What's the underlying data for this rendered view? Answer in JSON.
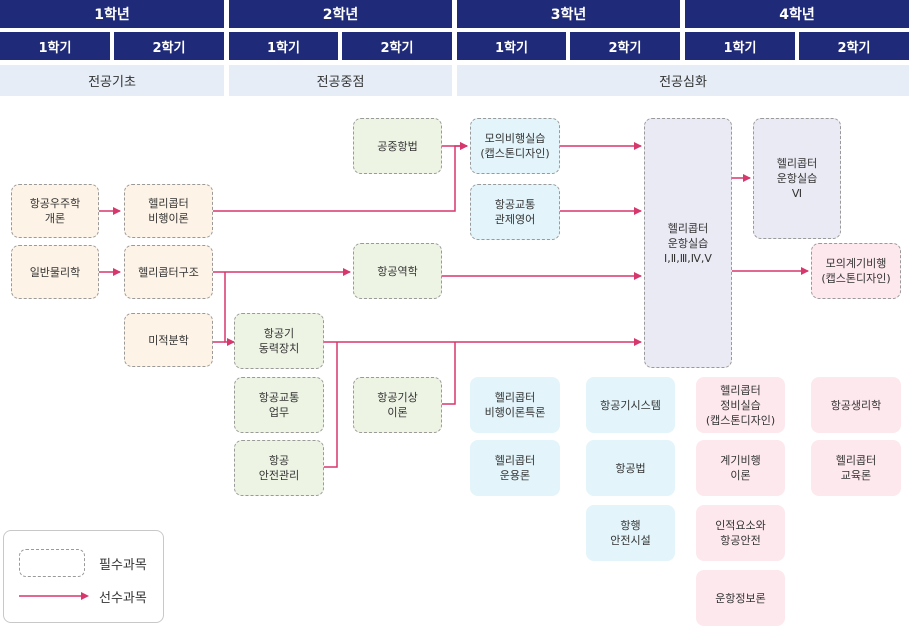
{
  "header": {
    "years": [
      "1학년",
      "2학년",
      "3학년",
      "4학년"
    ],
    "semesters": [
      "1학기",
      "2학기",
      "1학기",
      "2학기",
      "1학기",
      "2학기",
      "1학기",
      "2학기"
    ],
    "stages": [
      "전공기초",
      "전공중점",
      "전공심화"
    ]
  },
  "colors": {
    "header_navy": "#1f2a78",
    "stage_bg": "#e6edf6",
    "arrow": "#d6376d",
    "peach": "#fdf3e7",
    "green": "#eef4e4",
    "cyan": "#e3f5fa",
    "lavender": "#eaeaf4",
    "pink": "#fde8ee"
  },
  "courses": {
    "intro_aerospace": "항공우주학\n개론",
    "general_physics": "일반물리학",
    "heli_flight_theory": "헬리콥터\n비행이론",
    "heli_structure": "헬리콥터구조",
    "calculus": "미적분학",
    "aero_navigation": "공중항법",
    "aerodynamics": "항공역학",
    "aircraft_power": "항공기\n동력장치",
    "aviation_traffic_ops": "항공교통\n업무",
    "aviation_safety": "항공\n안전관리",
    "aviation_meteorology": "항공기상\n이론",
    "sim_flight_capstone": "모의비행실습\n(캡스톤디자인)",
    "atc_english": "항공교통\n관제영어",
    "heli_flight_special": "헬리콥터\n비행이론특론",
    "heli_operations": "헬리콥터\n운용론",
    "aircraft_systems": "항공기시스템",
    "aviation_law": "항공법",
    "nav_safety_facilities": "항행\n안전시설",
    "heli_flight_practice": "헬리콥터\n운항실습\nⅠ,Ⅱ,Ⅲ,Ⅳ,Ⅴ",
    "heli_maintenance_capstone": "헬리콥터\n정비실습\n(캡스톤디자인)",
    "instrument_flight": "계기비행\n이론",
    "human_factors": "인적요소와\n항공안전",
    "flight_info": "운항정보론",
    "heli_flight_practice_6": "헬리콥터\n운항실습\nⅥ",
    "instrument_sim_capstone": "모의계기비행\n(캡스톤디자인)",
    "aviation_physiology": "항공생리학",
    "heli_education": "헬리콥터\n교육론"
  },
  "legend": {
    "required": "필수과목",
    "prerequisite": "선수과목"
  }
}
